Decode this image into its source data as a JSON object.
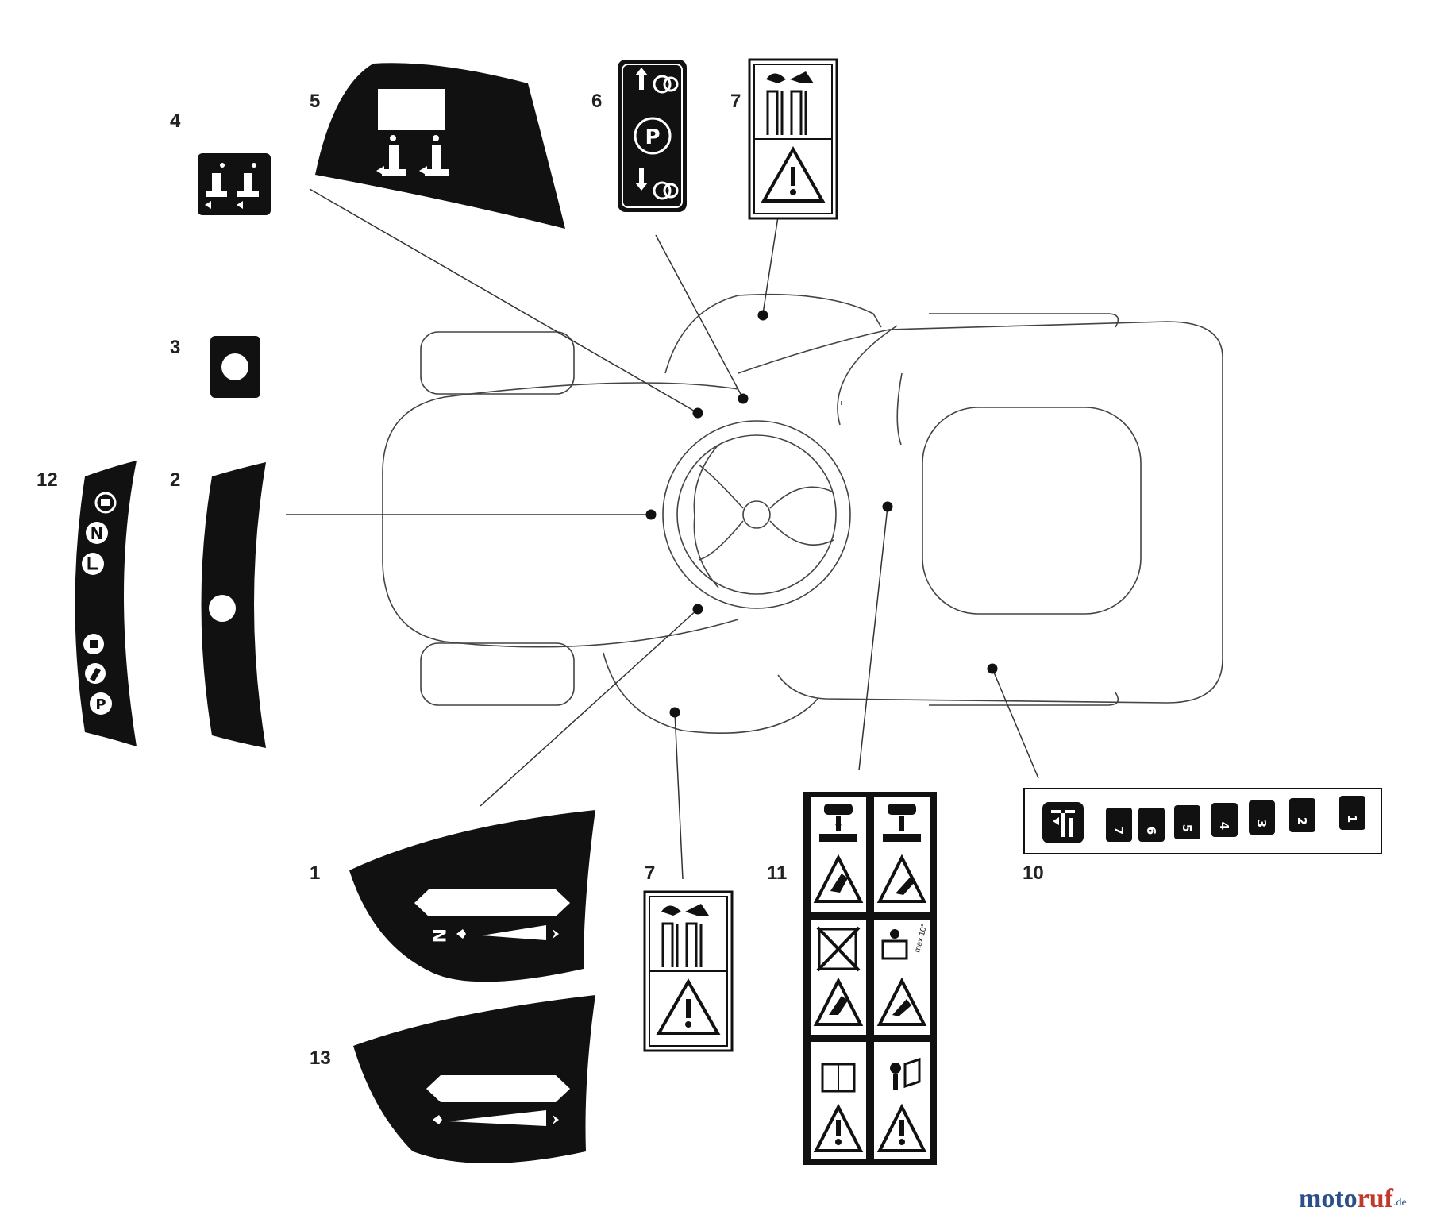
{
  "callouts": {
    "c1": "1",
    "c2": "2",
    "c3": "3",
    "c4": "4",
    "c5": "5",
    "c6": "6",
    "c7a": "7",
    "c7b": "7",
    "c10": "10",
    "c11": "11",
    "c12": "12",
    "c13": "13"
  },
  "decals": {
    "neutral_letter": "N",
    "speed_ratio_label": "max 10°",
    "gear_numbers": [
      "7",
      "6",
      "5",
      "4",
      "3",
      "2",
      "1"
    ],
    "parking_letter": "P"
  },
  "watermark": {
    "part_a": "moto",
    "part_b": "ruf",
    "part_c": ".de"
  },
  "colors": {
    "decal": "#111111",
    "outline": "#444444",
    "watermark_blue": "#2c4f8a",
    "watermark_red": "#c0392b"
  }
}
